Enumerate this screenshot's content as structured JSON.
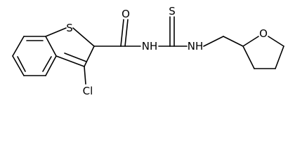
{
  "molecule": {
    "atoms": {
      "sulfur_ring": "S",
      "oxygen_carbonyl": "O",
      "nitrogen_amide": "NH",
      "sulfur_thio": "S",
      "nitrogen_thio": "NH",
      "oxygen_ring": "O",
      "chlorine": "Cl"
    }
  }
}
